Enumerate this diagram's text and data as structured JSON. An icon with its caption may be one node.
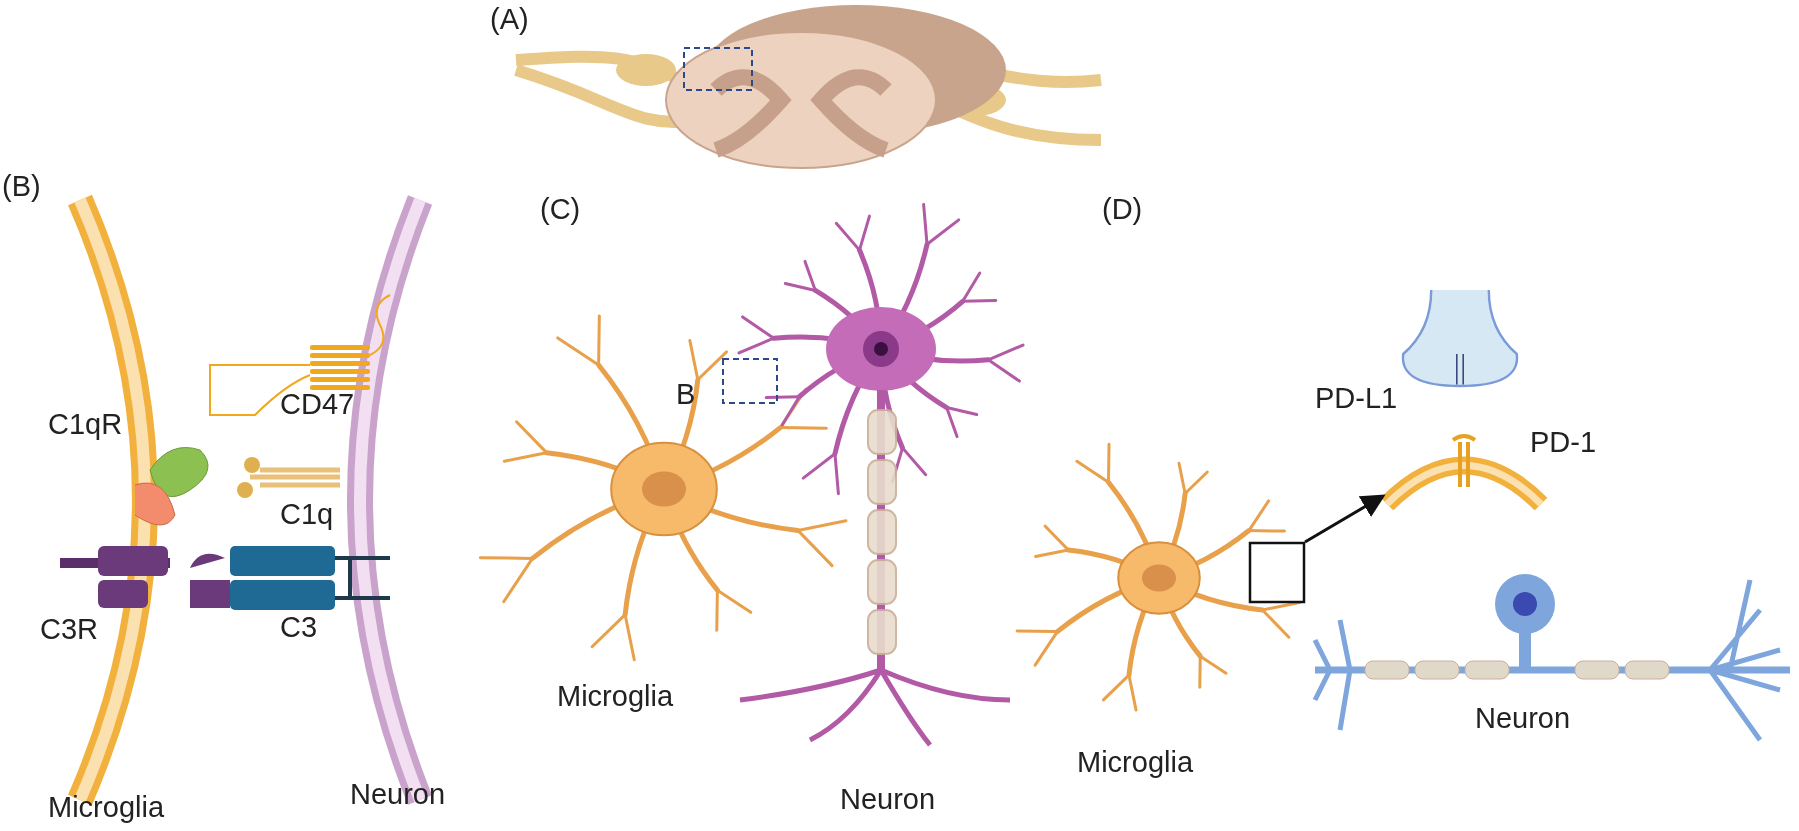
{
  "diagram": {
    "nodes": [
      {
        "text": [],
        "shape": "box"
      },
      {
        "text": [],
        "shape": "picture"
      }
    ],
    "edges": [
      {
        "from": 0,
        "to": 1,
        "arrow": "to"
      }
    ],
    "labels": [
      "(A)",
      "(B)",
      "C1qR",
      "CD47",
      "C1q",
      "C3R",
      "C3",
      "Microglia",
      "Neuron",
      "(C)",
      "B",
      "Microglia",
      "Neuron",
      "(D)",
      "PD-L1",
      "PD-1",
      "Microglia",
      "Neuron"
    ]
  }
}
